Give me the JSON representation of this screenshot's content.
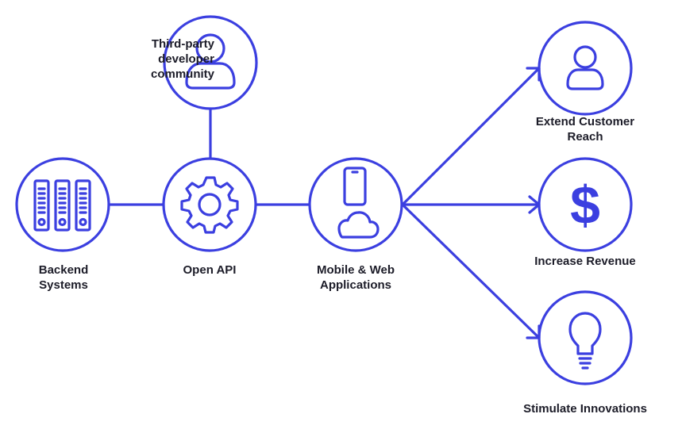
{
  "colors": {
    "accent": "#3b3fe0",
    "text": "#1c1c28",
    "background": "#ffffff"
  },
  "nodes": {
    "developer": {
      "label_lines": [
        "Third-party",
        "developer",
        "community"
      ],
      "icon": "person-icon"
    },
    "backend": {
      "label_lines": [
        "Backend",
        "Systems"
      ],
      "icon": "server-racks-icon"
    },
    "open_api": {
      "label_lines": [
        "Open API"
      ],
      "icon": "gear-icon"
    },
    "apps": {
      "label_lines": [
        "Mobile & Web",
        "Applications"
      ],
      "icon": "phone-cloud-icon"
    },
    "reach": {
      "label_lines": [
        "Extend Customer",
        "Reach"
      ],
      "icon": "person-icon"
    },
    "revenue": {
      "label_lines": [
        "Increase Revenue"
      ],
      "icon": "dollar-icon"
    },
    "innovation": {
      "label_lines": [
        "Stimulate Innovations"
      ],
      "icon": "lightbulb-icon"
    }
  },
  "dollar_glyph": "$"
}
